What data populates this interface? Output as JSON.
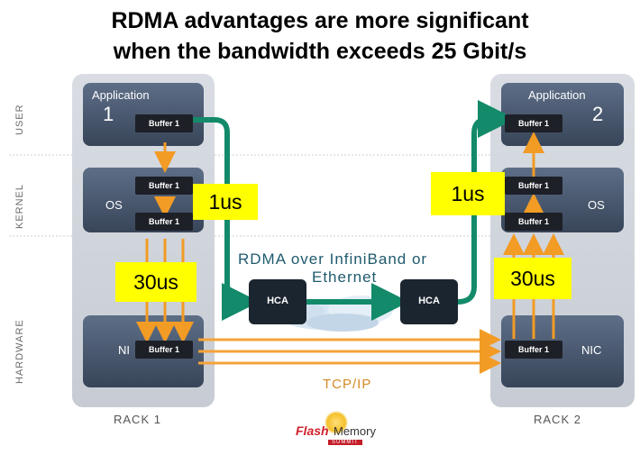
{
  "title": {
    "line1": "RDMA advantages are more significant",
    "line2": "when the bandwidth exceeds 25 Gbit/s"
  },
  "lanes": {
    "user": "USER",
    "kernel": "KERNEL",
    "hardware": "HARDWARE"
  },
  "left": {
    "app_label": "Application",
    "app_num": "1",
    "os_label": "OS",
    "nic_label": "NI",
    "buffer": "Buffer 1",
    "rack": "RACK 1"
  },
  "right": {
    "app_label": "Application",
    "app_num": "2",
    "os_label": "OS",
    "nic_label": "NIC",
    "buffer": "Buffer 1",
    "rack": "RACK 2"
  },
  "middle": {
    "rdma_line1": "RDMA over InfiniBand or",
    "rdma_line2": "Ethernet",
    "hca": "HCA",
    "tcp": "TCP/IP"
  },
  "callouts": {
    "left_small": "1us",
    "left_big": "30us",
    "right_small": "1us",
    "right_big": "30us"
  },
  "logo": {
    "flash": "Flash",
    "memory": "Memory",
    "summit": "SUMMIT"
  }
}
